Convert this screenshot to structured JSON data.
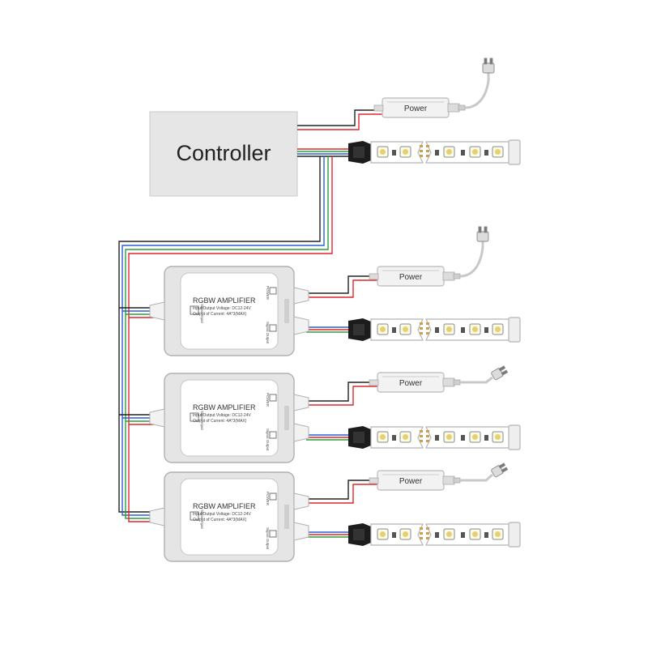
{
  "controller": {
    "label": "Controller"
  },
  "power_label": "Power",
  "amplifier": {
    "title": "RGBW AMPLIFIER",
    "line1": "Input/Output Voltage: DC12-24V",
    "line2": "Output of Current: 4A*3(MAX)",
    "port_power": "POWER",
    "port_input": "Signal Input",
    "port_output": "Signal Output"
  },
  "colors": {
    "red": "#e0262c",
    "green": "#2c9e3a",
    "blue": "#2c5fd6",
    "black": "#222222",
    "housing": "#e3e3e3",
    "controller": "#e6e6e6"
  },
  "icons": [
    "controller-box",
    "power-supply",
    "dc-plug",
    "led-strip",
    "strip-connector",
    "rgbw-amplifier"
  ]
}
